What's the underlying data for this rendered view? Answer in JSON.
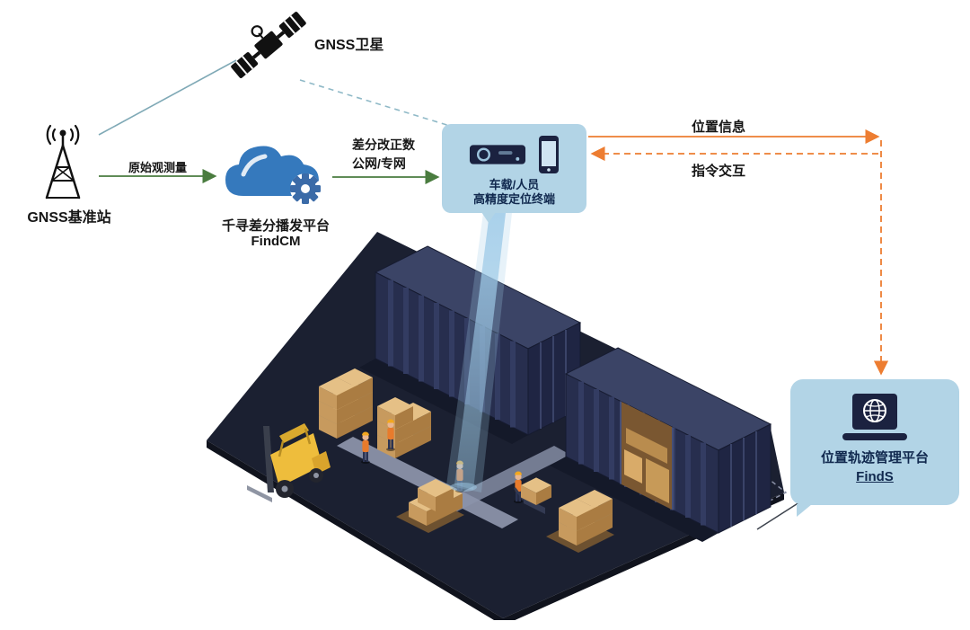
{
  "colors": {
    "bubble_blue": "#b2d4e6",
    "cloud_blue": "#3579bd",
    "arrow_green": "#4a7c3f",
    "arrow_orange": "#ed7d31",
    "link_teal": "#7fa9b6",
    "dark_navy": "#1b2240",
    "bubble_text": "#10284e"
  },
  "nodes": {
    "satellite": {
      "label": "GNSS卫星",
      "icon": "satellite-icon"
    },
    "base_station": {
      "label": "GNSS基准站",
      "icon": "radio-tower-icon"
    },
    "cloud_platform": {
      "name": "千寻差分播发平台",
      "product": "FindCM",
      "icon": "cloud-gear-icon"
    },
    "terminal": {
      "line1": "车载/人员",
      "line2": "高精度定位终端",
      "icons": [
        "gnss-receiver-icon",
        "smartphone-icon"
      ]
    },
    "management_platform": {
      "name": "位置轨迹管理平台",
      "product": "FindS",
      "icon": "laptop-globe-icon"
    }
  },
  "links": {
    "raw_observation": {
      "label": "原始观测量"
    },
    "correction": {
      "line1": "差分改正数",
      "line2": "公网/专网"
    },
    "position_info": {
      "label": "位置信息"
    },
    "command_interaction": {
      "label": "指令交互"
    }
  },
  "illustration": {
    "name": "container-yard-isometric-scene"
  }
}
